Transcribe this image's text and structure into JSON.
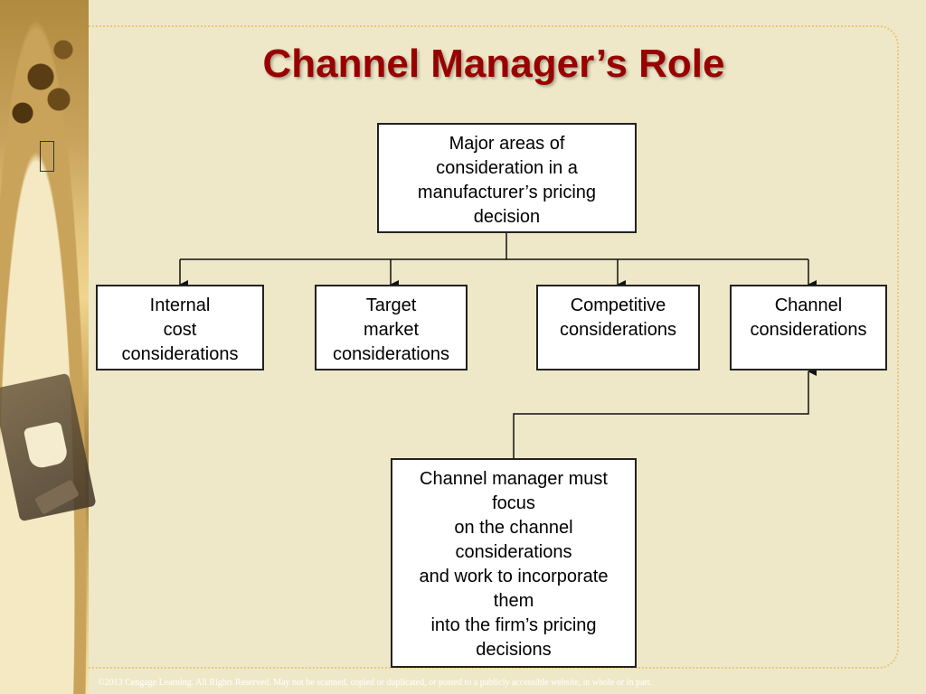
{
  "slide": {
    "title": "Channel Manager’s Role",
    "footer": "©2013 Cengage Learning. All Rights Reserved. May not be scanned, copied or duplicated, or posted to a publicly accessible website, in whole or in part."
  },
  "diagram": {
    "top": "Major areas of\nconsideration in a\nmanufacturer’s pricing\ndecision",
    "children": [
      "Internal\ncost\nconsiderations",
      "Target\nmarket\nconsiderations",
      "Competitive\nconsiderations",
      "Channel\nconsiderations"
    ],
    "bottom": "Channel manager must\nfocus\non the channel\nconsiderations\nand work to incorporate\nthem\ninto the firm’s pricing\ndecisions"
  },
  "colors": {
    "title": "#990000",
    "background": "#efe8c8",
    "frame": "#e7c77d"
  }
}
